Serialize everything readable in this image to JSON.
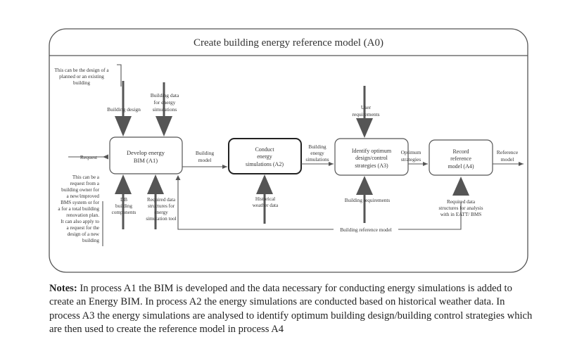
{
  "frame_title": "Create building energy reference model (A0)",
  "processes": {
    "a1": [
      "Develop energy",
      "BIM  (A1)"
    ],
    "a2": [
      "Conduct",
      "energy",
      "simulations (A2)"
    ],
    "a3": [
      "Identify optimum",
      "design/control",
      "strategies (A3)"
    ],
    "a4": [
      "Record",
      "reference",
      "model (A4)"
    ]
  },
  "annotations": {
    "design_note": [
      "This can be the design of a",
      "planned or an existing",
      "building"
    ],
    "building_design": "Building design",
    "building_data": [
      "Building data",
      "for energy",
      "simulations"
    ],
    "request": "Request",
    "request_note": [
      "This can be a",
      "request from a",
      "building owner for",
      "a new/improved",
      "BMS system or for",
      "a for a total building",
      "renovation plan.",
      "It can also apply to",
      "a request for the",
      "design of a new",
      "building"
    ],
    "db_components": [
      "DB",
      "building",
      "components"
    ],
    "required_structures": [
      "Required data",
      "structures for",
      "energy",
      "simulation tool"
    ],
    "building_model": [
      "Building",
      "model"
    ],
    "historical_weather": [
      "Historical",
      "weather data"
    ],
    "building_energy_sims": [
      "Building",
      "energy",
      "simulations"
    ],
    "user_requirements": [
      "User",
      "requirements"
    ],
    "building_requirements": "Building requirements",
    "optimum_strategies": [
      "Optimum",
      "strategies"
    ],
    "required_analysis": [
      "Required data",
      "structures for analysis",
      "with in EATT/ BMS"
    ],
    "reference_model": [
      "Reference",
      "model"
    ],
    "building_reference_model": "Building reference model"
  },
  "notes": {
    "label": "Notes:",
    "text": " In process A1 the BIM is developed and the data necessary for conducting energy simulations is added to create an Energy BIM. In process A2 the energy simulations are conducted based on historical weather data. In process A3 the energy simulations are analysed to identify optimum building design/building control strategies which are then used to create the reference model in process A4"
  }
}
